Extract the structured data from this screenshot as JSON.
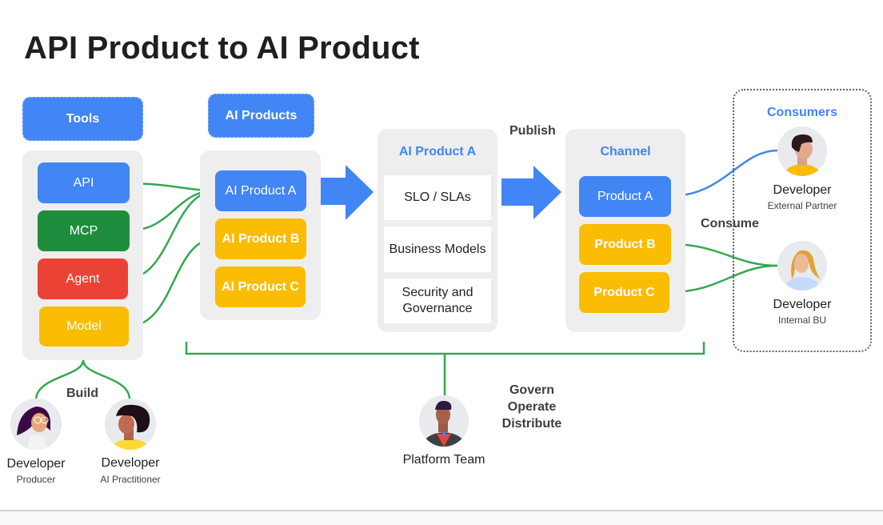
{
  "title": "API Product to AI Product",
  "colors": {
    "blue": "#4285f4",
    "green": "#1e8e3e",
    "red": "#ea4335",
    "yellow": "#fbbc04",
    "panel_gray": "#eeeeee",
    "connector_green": "#34a853"
  },
  "tools": {
    "header": "Tools",
    "items": [
      {
        "label": "API",
        "color": "blue"
      },
      {
        "label": "MCP",
        "color": "green"
      },
      {
        "label": "Agent",
        "color": "red"
      },
      {
        "label": "Model",
        "color": "yellow"
      }
    ]
  },
  "ai_products": {
    "header": "AI Products",
    "items": [
      {
        "label": "AI Product A",
        "color": "blue"
      },
      {
        "label": "AI Product B",
        "color": "yellow"
      },
      {
        "label": "AI Product C",
        "color": "yellow"
      }
    ]
  },
  "ai_product_detail": {
    "title": "AI Product A",
    "cards": [
      "SLO / SLAs",
      "Business Models",
      "Security and Governance"
    ]
  },
  "publish_label": "Publish",
  "channel": {
    "title": "Channel",
    "items": [
      {
        "label": "Product A",
        "color": "blue"
      },
      {
        "label": "Product B",
        "color": "yellow"
      },
      {
        "label": "Product C",
        "color": "yellow"
      }
    ]
  },
  "consume_label": "Consume",
  "consumers": {
    "title": "Consumers",
    "people": [
      {
        "name": "Developer",
        "role": "External Partner",
        "avatar_icon": "developer-external-partner-avatar"
      },
      {
        "name": "Developer",
        "role": "Internal BU",
        "avatar_icon": "developer-internal-bu-avatar"
      }
    ]
  },
  "build_label": "Build",
  "builders": [
    {
      "name": "Developer",
      "role": "Producer",
      "avatar_icon": "developer-producer-avatar"
    },
    {
      "name": "Developer",
      "role": "AI Practitioner",
      "avatar_icon": "developer-ai-practitioner-avatar"
    }
  ],
  "platform": {
    "name": "Platform Team",
    "actions": [
      "Govern",
      "Operate",
      "Distribute"
    ],
    "avatar_icon": "platform-team-avatar"
  },
  "connections": {
    "tools_to_products": [
      {
        "from": "API",
        "to": "AI Product A"
      },
      {
        "from": "MCP",
        "to": "AI Product A"
      },
      {
        "from": "Agent",
        "to": "AI Product A"
      },
      {
        "from": "Model",
        "to": "AI Product B"
      }
    ],
    "channel_to_consumers": [
      {
        "from": "Product A",
        "to": "Developer (External Partner)"
      },
      {
        "from": "Product B",
        "to": "Developer (Internal BU)"
      },
      {
        "from": "Product C",
        "to": "Developer (Internal BU)"
      }
    ]
  }
}
